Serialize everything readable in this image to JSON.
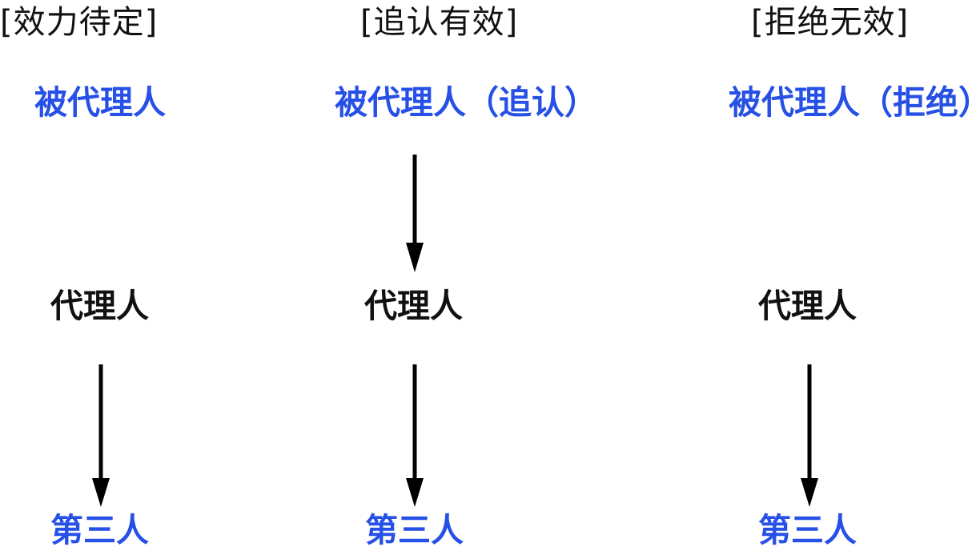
{
  "columns": [
    {
      "heading": "[效力待定]",
      "principal": "被代理人",
      "agent": "代理人",
      "third_party": "第三人"
    },
    {
      "heading": "[追认有效]",
      "principal": "被代理人（追认）",
      "agent": "代理人",
      "third_party": "第三人"
    },
    {
      "heading": "[拒绝无效]",
      "principal": "被代理人（拒绝）",
      "agent": "代理人",
      "third_party": "第三人"
    }
  ],
  "colors": {
    "party_blue": "#2650e6",
    "text_black": "#111111",
    "arrow_black": "#000000",
    "background": "#ffffff"
  }
}
